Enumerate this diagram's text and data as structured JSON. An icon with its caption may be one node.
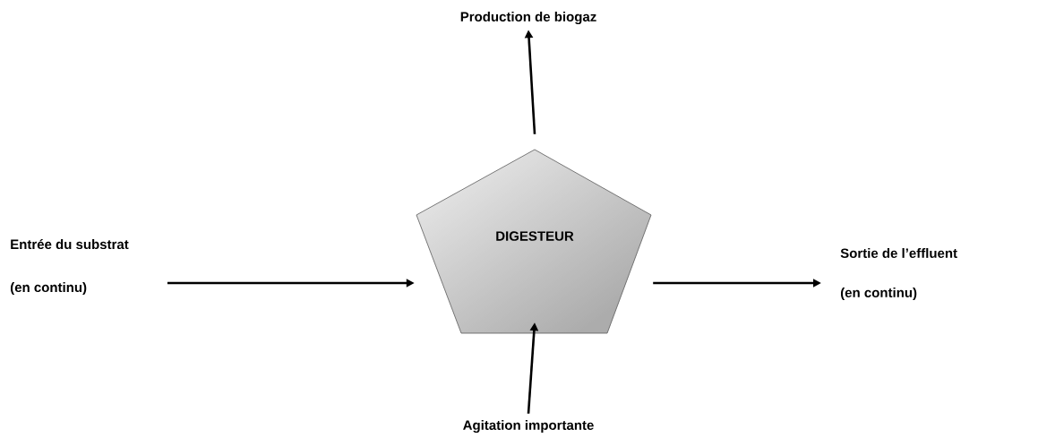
{
  "diagram": {
    "nodes": [
      {
        "text": [
          "DIGESTEUR"
        ]
      },
      {
        "text": [
          "Production de biogaz"
        ]
      },
      {
        "text": [
          "Entrée du substrat",
          "(en continu)"
        ]
      },
      {
        "text": [
          "Sortie de l’effluent",
          "(en continu)"
        ]
      },
      {
        "text": [
          "Agitation importante"
        ]
      }
    ],
    "edges": [
      {
        "from": 2,
        "to": 0,
        "arrow": "to"
      },
      {
        "from": 0,
        "to": 3,
        "arrow": "to"
      },
      {
        "from": 0,
        "to": 1,
        "arrow": "to"
      },
      {
        "from": 4,
        "to": 0,
        "arrow": "to"
      }
    ]
  }
}
